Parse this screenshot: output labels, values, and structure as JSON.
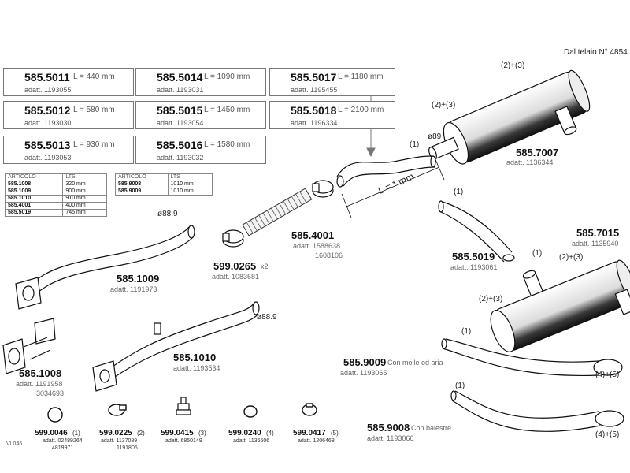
{
  "header": {
    "frame_note": "Dal telaio N° 4854"
  },
  "length_boxes": [
    {
      "code": "585.5011",
      "length": "L = 440 mm",
      "adapt": "adatt. 1193055"
    },
    {
      "code": "585.5014",
      "length": "L = 1090 mm",
      "adapt": "adatt. 1193031"
    },
    {
      "code": "585.5017",
      "length": "L = 1180 mm",
      "adapt": "adatt. 1195455"
    },
    {
      "code": "585.5012",
      "length": "L = 580 mm",
      "adapt": "adatt. 1193030"
    },
    {
      "code": "585.5015",
      "length": "L = 1450 mm",
      "adapt": "adatt. 1193054"
    },
    {
      "code": "585.5018",
      "length": "L = 2100 mm",
      "adapt": "adatt. 1196334"
    },
    {
      "code": "585.5013",
      "length": "L = 930 mm",
      "adapt": "adatt. 1193053"
    },
    {
      "code": "585.5016",
      "length": "L = 1580 mm",
      "adapt": "adatt. 1193032"
    }
  ],
  "table1": {
    "headers": [
      "ARTICOLO",
      "LTS"
    ],
    "rows": [
      [
        "585.1008",
        "320 mm"
      ],
      [
        "585.1009",
        "900 mm"
      ],
      [
        "585.1010",
        "910 mm"
      ],
      [
        "585.4001",
        "400 mm"
      ],
      [
        "585.5019",
        "745 mm"
      ]
    ]
  },
  "table2": {
    "headers": [
      "ARTICOLO",
      "LTS"
    ],
    "rows": [
      [
        "585.9008",
        "1010 mm"
      ],
      [
        "585.9009",
        "1010 mm"
      ]
    ]
  },
  "parts": {
    "p7007": {
      "code": "585.7007",
      "adapt": "adatt. 1136344",
      "note_top": "(2)+(3)",
      "note_left": "(2)+(3)",
      "dia_in": "ø89",
      "dia_out": "ø89"
    },
    "p7015": {
      "code": "585.7015",
      "adapt": "adatt. 1135940",
      "note_right": "(2)+(3)",
      "note_left": "(2)+(3)"
    },
    "pipe_L": {
      "note": "(1)",
      "label": "L = * mm"
    },
    "p4001": {
      "code": "585.4001",
      "adapt1": "adatt. 1588638",
      "adapt2": "1608106"
    },
    "p0265": {
      "code": "599.0265",
      "qty": "x2",
      "adapt": "adatt. 1083681"
    },
    "p5019": {
      "code": "585.5019",
      "adapt": "adatt. 1193061",
      "note_top": "(1)",
      "note_bottom": "(1)"
    },
    "p1009": {
      "code": "585.1009",
      "adapt": "adatt. 1191973",
      "dia": "ø88.9"
    },
    "p1010": {
      "code": "585.1010",
      "adapt": "adatt. 1193534",
      "dia": "ø88.9"
    },
    "p1008": {
      "code": "585.1008",
      "adapt1": "adatt. 1191958",
      "adapt2": "3034693"
    },
    "p9009": {
      "code": "585.9009",
      "desc": "Con molle od aria",
      "adapt": "adatt. 1193065",
      "note_left": "(1)",
      "note_right": "(4)+(5)"
    },
    "p9008": {
      "code": "585.9008",
      "desc": "Con balestre",
      "adapt": "adatt. 1193066",
      "note_left": "(1)",
      "note_right": "(4)+(5)"
    }
  },
  "clamps": [
    {
      "code": "599.0046",
      "note": "(1)",
      "adapt1": "adatt. 02489264",
      "adapt2": "4819971"
    },
    {
      "code": "599.0225",
      "note": "(2)",
      "adapt1": "adatt. 1137089",
      "adapt2": "1191805"
    },
    {
      "code": "599.0415",
      "note": "(3)",
      "adapt1": "adatt. 6850149",
      "adapt2": ""
    },
    {
      "code": "599.0240",
      "note": "(4)",
      "adapt1": "adatt. 1136606",
      "adapt2": ""
    },
    {
      "code": "599.0417",
      "note": "(5)",
      "adapt1": "adatt. 1206468",
      "adapt2": ""
    }
  ],
  "footer": {
    "ref": "VL046"
  }
}
